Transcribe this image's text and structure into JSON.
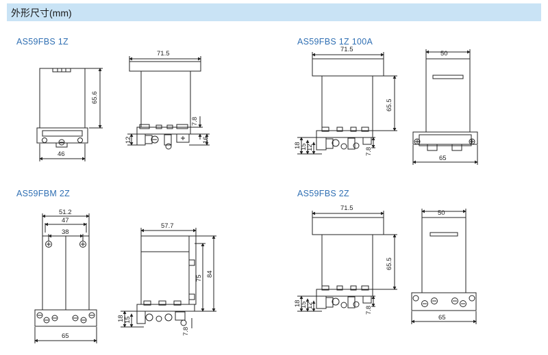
{
  "header": {
    "title": "外形尺寸(mm)"
  },
  "models": [
    {
      "label": "AS59FBS 1Z",
      "dims": {
        "width": "46",
        "depth": "71.5",
        "height": "65.6",
        "a": "7.8",
        "b": "12",
        "c": "16"
      }
    },
    {
      "label": "AS59FBS 1Z 100A",
      "dims": {
        "width": "65",
        "top": "50",
        "depth": "71.5",
        "height": "65.5",
        "a": "18",
        "b": "15",
        "c": "12",
        "d": "7.8"
      }
    },
    {
      "label": "AS59FBM 2Z",
      "dims": {
        "w1": "51.2",
        "w2": "47",
        "w3": "38",
        "width": "65",
        "depth": "57.7",
        "h1": "75",
        "h2": "84",
        "a": "18",
        "b": "15",
        "c": "7.8"
      }
    },
    {
      "label": "AS59FBS 2Z",
      "dims": {
        "width": "65",
        "top": "50",
        "depth": "71.5",
        "height": "65.5",
        "a": "18",
        "b": "15",
        "c": "12",
        "d": "7.8"
      }
    }
  ]
}
